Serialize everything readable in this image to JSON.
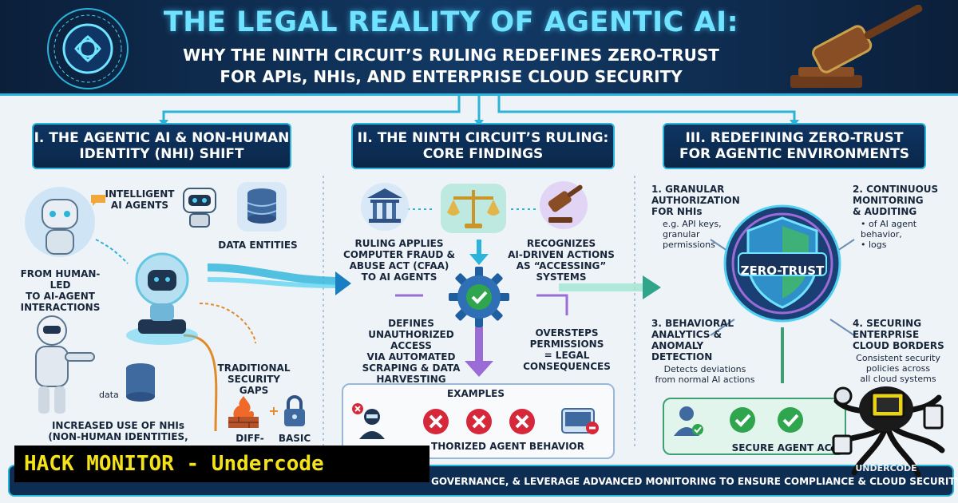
{
  "header": {
    "title": "THE LEGAL REALITY OF AGENTIC AI:",
    "subtitle_line1": "WHY THE NINTH CIRCUIT’S RULING REDEFINES ZERO-TRUST",
    "subtitle_line2": "FOR APIs, NHIs, AND ENTERPRISE CLOUD SECURITY"
  },
  "sections": [
    {
      "line1": "I. THE AGENTIC AI & NON-HUMAN",
      "line2": "IDENTITY (NHI) SHIFT"
    },
    {
      "line1": "II. THE NINTH CIRCUIT’S RULING:",
      "line2": "CORE FINDINGS"
    },
    {
      "line1": "III. REDEFINING ZERO-TRUST",
      "line2": "FOR AGENTIC ENVIRONMENTS"
    }
  ],
  "section1": {
    "intelligent_agents": [
      "INTELLIGENT",
      "AI AGENTS"
    ],
    "data_entities": "DATA ENTITIES",
    "human_to_agent": [
      "FROM HUMAN-LED",
      "TO AI-AGENT",
      "INTERACTIONS"
    ],
    "traditional_gaps": [
      "TRADITIONAL",
      "SECURITY GAPS"
    ],
    "increased_nhi": [
      "INCREASED USE OF NHIs",
      "(NON-HUMAN IDENTITIES,"
    ],
    "data_small": "data",
    "diff_label": "DIFF-",
    "basic_label": "BASIC"
  },
  "section2": {
    "cfaa": [
      "RULING APPLIES",
      "COMPUTER FRAUD &",
      "ABUSE ACT (CFAA)",
      "TO AI AGENTS"
    ],
    "recognizes": [
      "RECOGNIZES",
      "AI-DRIVEN ACTIONS",
      "AS “ACCESSING”",
      "SYSTEMS"
    ],
    "defines": [
      "DEFINES",
      "UNAUTHORIZED ACCESS",
      "VIA AUTOMATED",
      "SCRAPING & DATA",
      "HARVESTING"
    ],
    "oversteps": [
      "OVERSTEPS",
      "PERMISSIONS",
      "= LEGAL",
      "CONSEQUENCES"
    ],
    "examples": "EXAMPLES",
    "unauthorized_behavior": "THORIZED AGENT BEHAVIOR"
  },
  "section3": {
    "granular": [
      "1. GRANULAR",
      "AUTHORIZATION",
      "FOR NHIs"
    ],
    "granular_desc": [
      "e.g. API keys,",
      "granular",
      "permissions"
    ],
    "continuous": [
      "2. CONTINUOUS",
      "MONITORING",
      "& AUDITING"
    ],
    "continuous_desc": [
      "• of AI agent",
      "behavior,",
      "• logs"
    ],
    "zero_trust": "ZERO-TRUST",
    "behavioral": [
      "3. BEHAVIORAL",
      "ANALYTICS &",
      "ANOMALY",
      "DETECTION"
    ],
    "behavioral_desc": [
      "Detects deviations",
      "from normal AI actions"
    ],
    "securing": [
      "4. SECURING",
      "ENTERPRISE",
      "CLOUD BORDERS"
    ],
    "securing_desc": [
      "Consistent security",
      "policies across",
      "all cloud systems"
    ],
    "secure_agent": "SECURE AGENT AC"
  },
  "footer": {
    "text": "GOVERNANCE, & LEVERAGE ADVANCED MONITORING TO ENSURE COMPLIANCE & CLOUD SECURITY."
  },
  "watermark": {
    "text": "HACK MONITOR - Undercode",
    "logo_text": "UNDERCODE"
  },
  "colors": {
    "accent": "#2bb3d9",
    "header_bg": "#0b1f3a",
    "title": "#6fe3ff",
    "watermark": "#f3e21a",
    "deny": "#d6283b",
    "allow": "#2fa54d"
  }
}
